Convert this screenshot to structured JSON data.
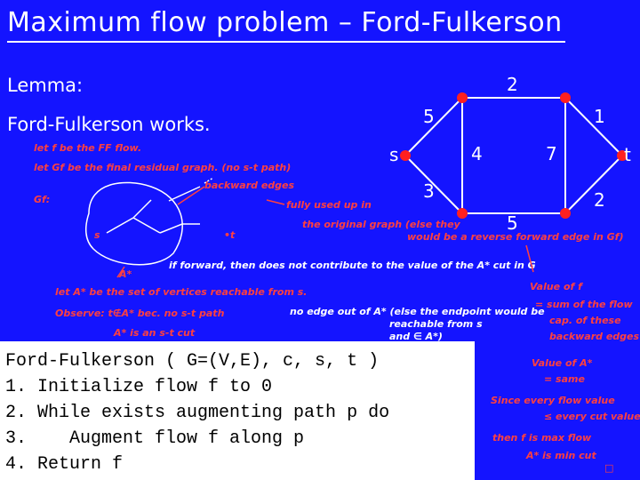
{
  "title": "Maximum flow problem – Ford-Fulkerson",
  "lemma_label": "Lemma:",
  "lemma_text": "Ford-Fulkerson works.",
  "graph": {
    "nodes": [
      "s",
      "t"
    ],
    "edge_labels": [
      "2",
      "5",
      "1",
      "4",
      "7",
      "3",
      "5",
      "2"
    ]
  },
  "annotations": {
    "line1": "let f be the FF flow.",
    "line2": "let Gf be the final residual graph. (no s-t path)",
    "gf_label": "Gf:",
    "s_label": "s",
    "t_label": "•t",
    "backward": "backward edges",
    "fully_used1": "fully used up in",
    "fully_used2": "the original graph (else they",
    "fully_used3": "would be a reverse forward edge in Gf)",
    "astar": "A*",
    "forward": "if forward, then does not contribute to the value of the A* cut in G",
    "let_astar": "let A* be the set of vertices reachable from s.",
    "observe": "Observe: t∉A* bec. no s-t path",
    "observe2": "A* is an s-t cut",
    "noedge1": "no edge out of A* (else the endpoint would be",
    "noedge2": "reachable from s",
    "noedge3": "and ∈ A*)",
    "right1": "Value of f",
    "right2": "= sum of the flow",
    "right3": "cap. of these",
    "right4": "backward edges",
    "right5": "Value of A*",
    "right6": "= same",
    "right7": "Since every flow value",
    "right8": "≤ every cut value",
    "right9": "then f is max flow",
    "right10": "A* is min cut",
    "qed": "□"
  },
  "algorithm": {
    "header": "Ford-Fulkerson ( G=(V,E), c, s, t )",
    "lines": [
      "1. Initialize flow f to 0",
      "2. While exists augmenting path p do",
      "3.    Augment flow f along p",
      "4. Return f"
    ]
  },
  "colors": {
    "background": "#1414ff",
    "node": "#ff2020",
    "ink": "#ff4040",
    "box": "#ffffff"
  }
}
